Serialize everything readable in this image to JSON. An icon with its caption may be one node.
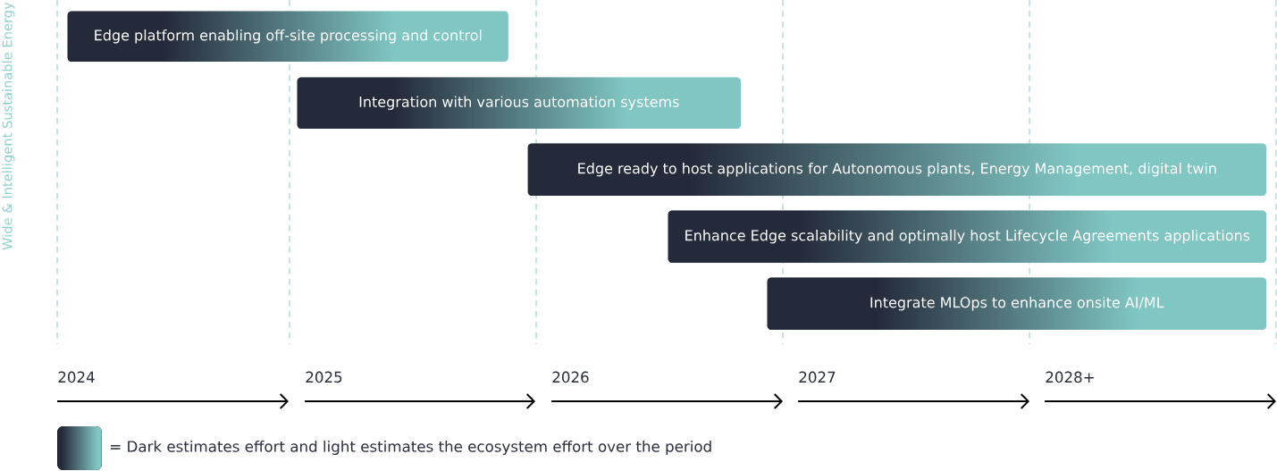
{
  "diagram": {
    "nodes": [
      {
        "text": [
          "Edge platform enabling off-site processing and control"
        ]
      },
      {
        "text": [
          "Integration with various automation systems"
        ]
      },
      {
        "text": [
          "Edge ready to host applications for Autonomous plants, Energy Management, digital twin"
        ]
      },
      {
        "text": [
          "Enhance Edge scalability and optimally host Lifecycle Agreements applications"
        ]
      },
      {
        "text": [
          "Integrate MLOps to enhance onsite AI/ML"
        ]
      }
    ],
    "edges": [],
    "labels": [
      "Wide & Intelligent Sustainable Energy",
      "2024",
      "2025",
      "2026",
      "2027",
      "2028+"
    ],
    "legend": [
      {
        "text": "= Dark estimates effort and light estimates the ecosystem effort over the period"
      }
    ]
  }
}
